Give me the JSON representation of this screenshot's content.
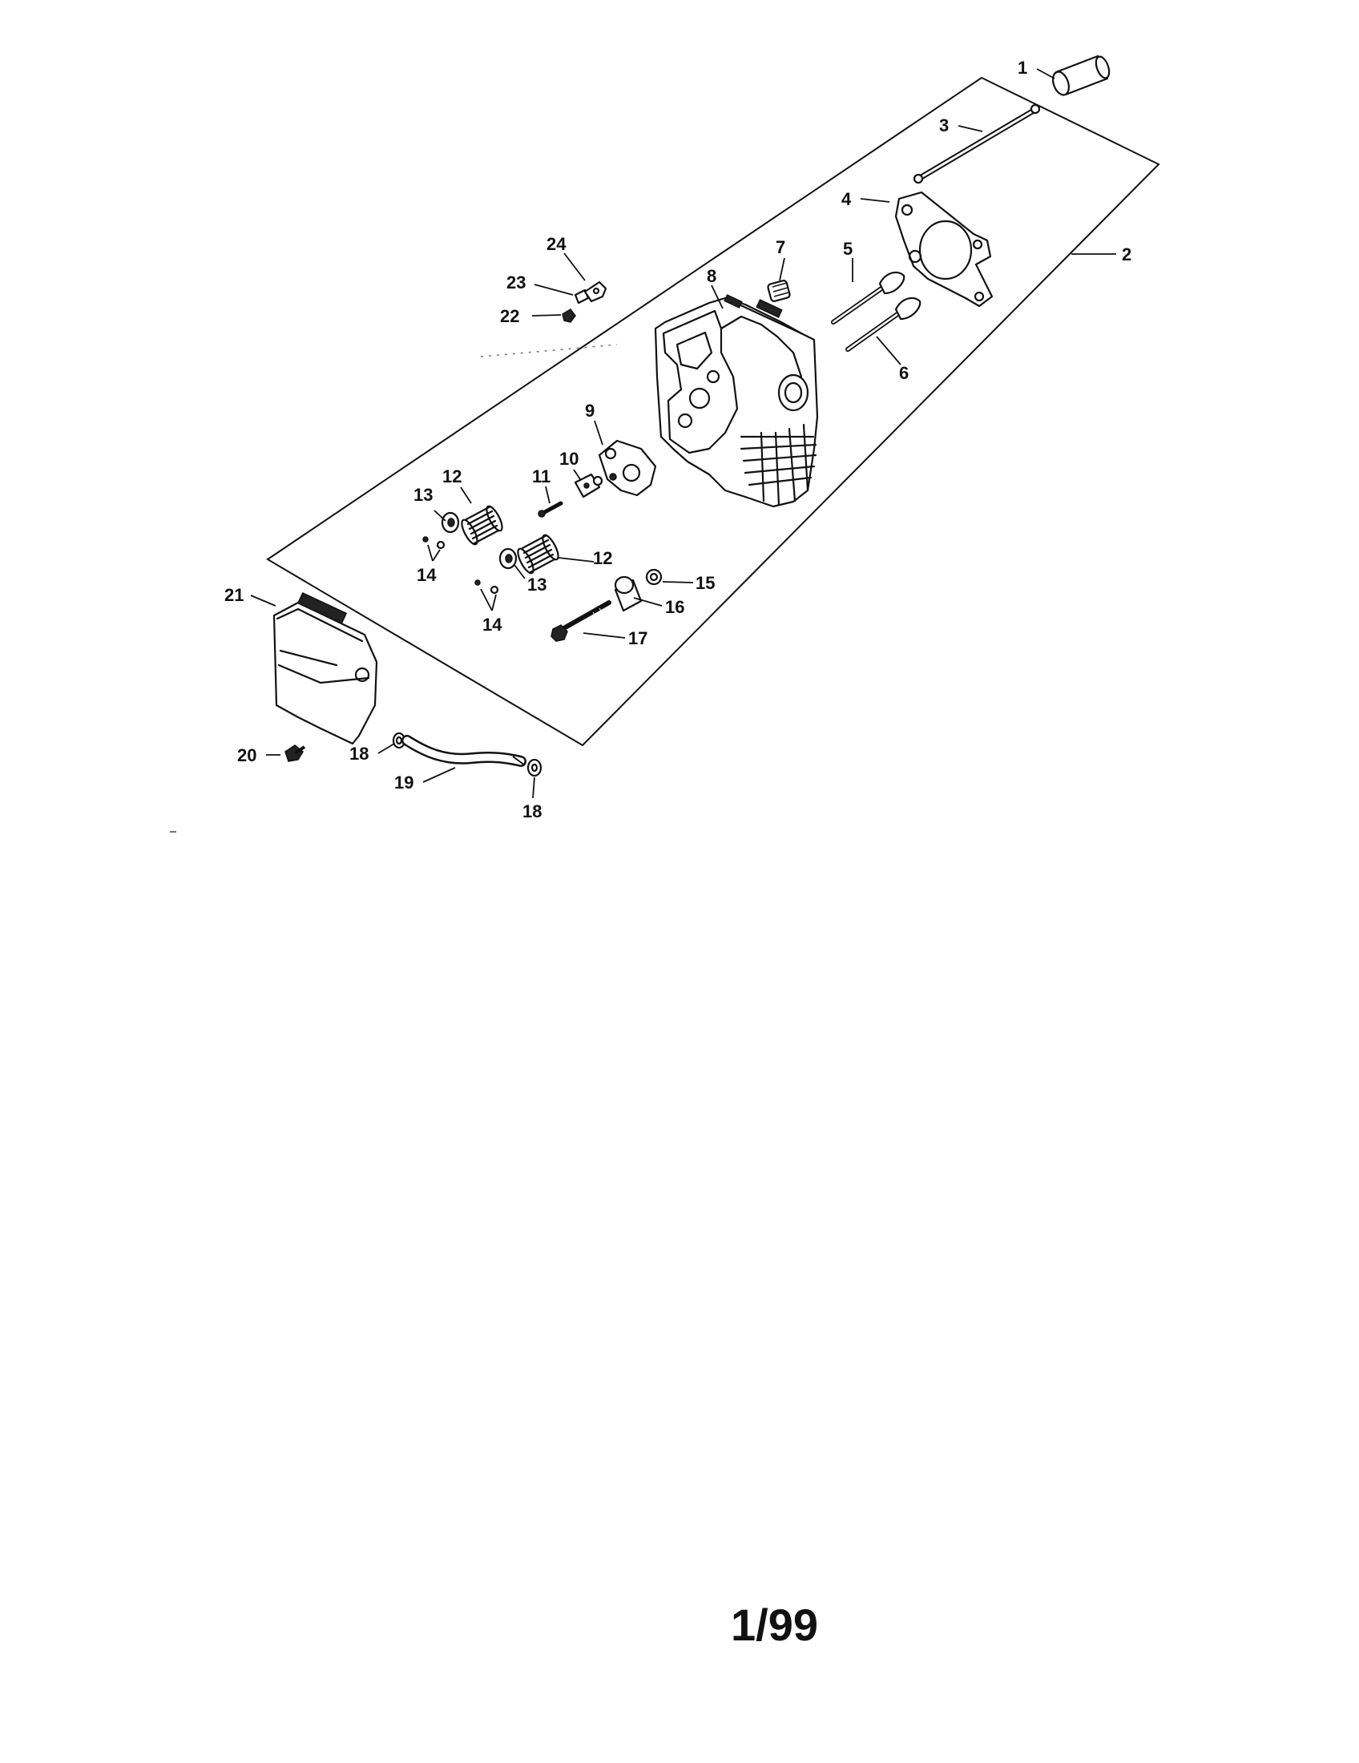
{
  "diagram": {
    "callouts": [
      "1",
      "2",
      "3",
      "4",
      "5",
      "6",
      "7",
      "8",
      "9",
      "10",
      "11",
      "12",
      "12",
      "13",
      "13",
      "14",
      "14",
      "15",
      "16",
      "17",
      "18",
      "18",
      "19",
      "20",
      "21",
      "22",
      "23",
      "24"
    ]
  },
  "page": {
    "number": "1/99"
  },
  "colors": {
    "ink": "#111111",
    "paper": "#ffffff"
  }
}
